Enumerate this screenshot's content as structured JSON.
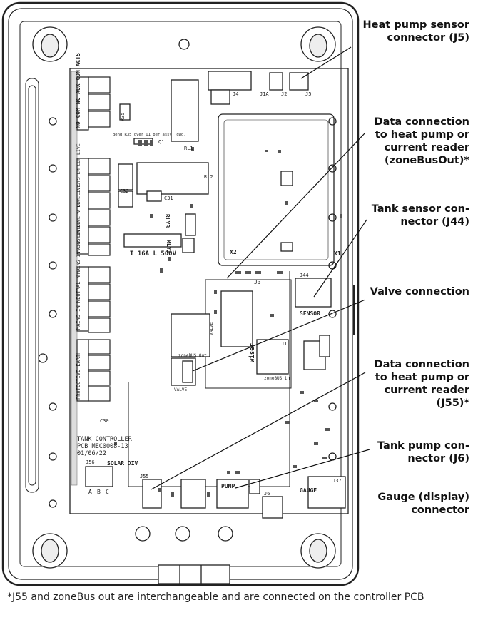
{
  "board": {
    "terminal_labels": {
      "aux_contacts": "NO COM NC AUX CONTACTS",
      "r35": "R35",
      "bend_r35": "Bend R35 over Q1 per assy. dwg.",
      "q1": "Q1",
      "system_cor": "SYSTEM COR LIVE",
      "out_live": "OUT LIVE",
      "out_pv": "OUT PV LIVE",
      "mains_in_live": "MAINS IN LIVE",
      "mains_in_e7": "MAINS IN E-7 LIVE",
      "mains_in_neutral": "MAINS IN NEUTRAL N",
      "protective_earth": "PROTECTIVE EARTH",
      "fuse": "T 16A L 500V",
      "rl1": "RL1",
      "rl2": "RL2",
      "rly3": "RLY3",
      "rly2": "RLY2",
      "x1": "X1",
      "x2": "X2",
      "j1": "J1",
      "j1a": "J1A",
      "j2": "J2",
      "j3": "J3",
      "j4": "J4",
      "j5": "J5",
      "j6": "J6",
      "j37": "J37",
      "j44": "J44",
      "j55": "J55",
      "j56": "J56",
      "sensor": "SENSOR",
      "valve": "VALVE",
      "valve_bus": "VALVE",
      "zonebus_out": "zoneBUS Out",
      "zonebus_in": "zoneBUS in",
      "wiser": "wiser",
      "pump": "PUMP",
      "gauge": "GAUGE",
      "solar_div": "SOLAR DIV",
      "abc": [
        "A",
        "B",
        "C"
      ],
      "pcb_title": [
        "TANK CONTROLLER",
        "PCB MEC0008-13",
        "01/06/22"
      ],
      "c30": "C30",
      "c31": "C31",
      "c32": "C32"
    }
  },
  "callouts": {
    "j5": "Heat pump sensor connector (J5)",
    "zonebus": "Data connection to heat pump or current reader (zoneBusOut)*",
    "j44": "Tank sensor con- nector (J44)",
    "valve": "Valve connection",
    "j55": "Data connection to heat pump or current reader (J55)*",
    "j6": "Tank pump con- nector (J6)",
    "gauge": "Gauge (display) connector"
  },
  "footnote": "*J55 and zoneBus out are interchangeable and are connected on the controller PCB"
}
